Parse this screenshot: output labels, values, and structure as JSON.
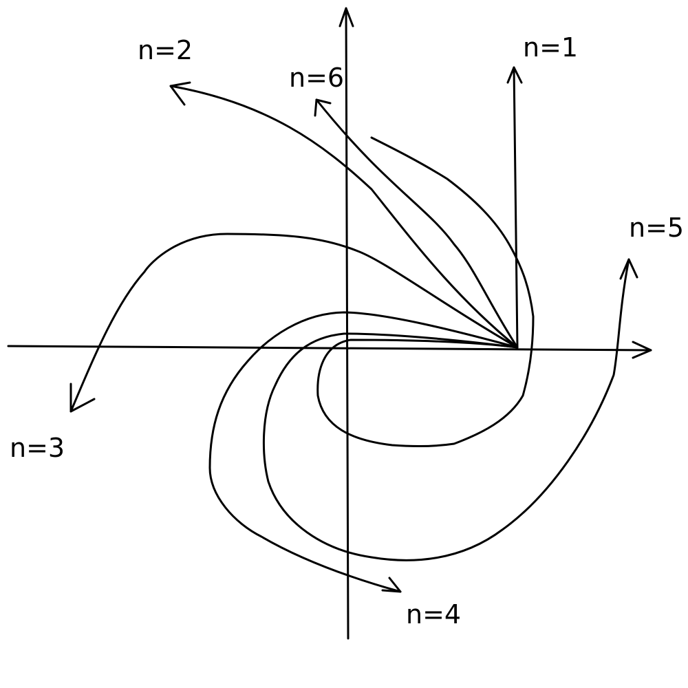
{
  "colors": {
    "ink": "#000000",
    "background": "#ffffff"
  },
  "labels": {
    "n1": "n=1",
    "n2": "n=2",
    "n3": "n=3",
    "n4": "n=4",
    "n5": "n=5",
    "n6": "n=6"
  }
}
